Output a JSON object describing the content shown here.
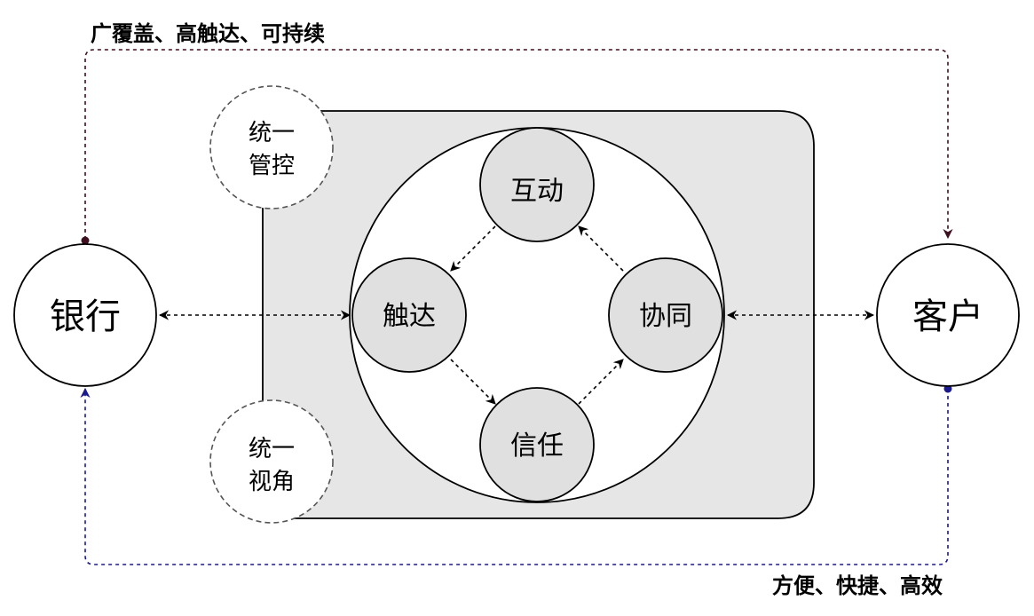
{
  "top_caption": "广覆盖、高触达、可持续",
  "bottom_caption": "方便、快捷、高效",
  "nodes": {
    "bank": "银行",
    "customer": "客户",
    "unified_control": [
      "统一",
      "管控"
    ],
    "unified_view": [
      "统一",
      "视角"
    ],
    "interact": "互动",
    "reach": "触达",
    "collaborate": "协同",
    "trust": "信任"
  },
  "colors": {
    "panel_fill": "#e6e6e6",
    "inner_node_fill": "#e0e0e0",
    "top_loop_line": "#3d0f1f",
    "bottom_loop_line": "#1a1a8c",
    "stroke": "#000000"
  }
}
